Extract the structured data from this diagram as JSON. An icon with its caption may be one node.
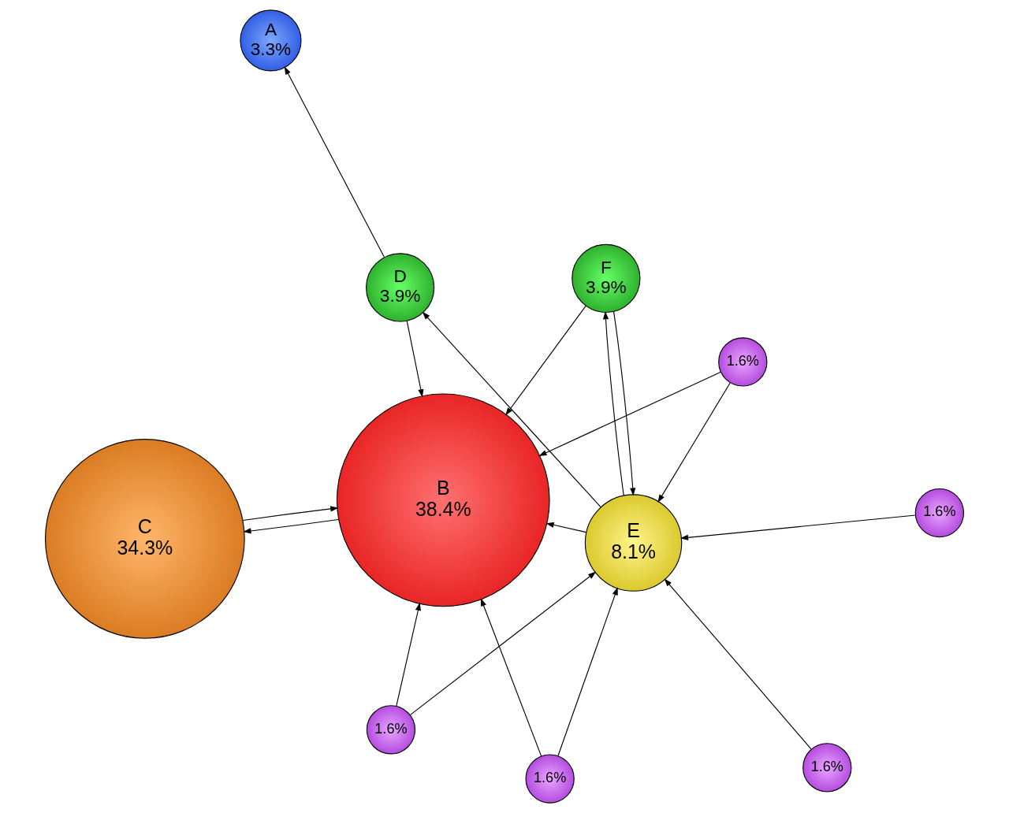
{
  "diagram": {
    "nodes": [
      {
        "text": [
          "A",
          "3.3%"
        ]
      },
      {
        "text": [
          "B",
          "38.4%"
        ]
      },
      {
        "text": [
          "C",
          "34.3%"
        ]
      },
      {
        "text": [
          "D",
          "3.9%"
        ]
      },
      {
        "text": [
          "E",
          "8.1%"
        ]
      },
      {
        "text": [
          "F",
          "3.9%"
        ]
      },
      {
        "text": [
          "1.6%"
        ]
      },
      {
        "text": [
          "1.6%"
        ]
      },
      {
        "text": [
          "1.6%"
        ]
      },
      {
        "text": [
          "1.6%"
        ]
      },
      {
        "text": [
          "1.6%"
        ]
      }
    ],
    "edges": [
      {
        "from": 1,
        "to": 2,
        "arrow": "to"
      },
      {
        "from": 2,
        "to": 1,
        "arrow": "to"
      },
      {
        "from": 3,
        "to": 0,
        "arrow": "to"
      },
      {
        "from": 3,
        "to": 1,
        "arrow": "to"
      },
      {
        "from": 4,
        "to": 1,
        "arrow": "to"
      },
      {
        "from": 4,
        "to": 3,
        "arrow": "to"
      },
      {
        "from": 4,
        "to": 5,
        "arrow": "to"
      },
      {
        "from": 5,
        "to": 4,
        "arrow": "to"
      },
      {
        "from": 5,
        "to": 1,
        "arrow": "to"
      },
      {
        "from": 6,
        "to": 1,
        "arrow": "to"
      },
      {
        "from": 6,
        "to": 4,
        "arrow": "to"
      },
      {
        "from": 7,
        "to": 1,
        "arrow": "to"
      },
      {
        "from": 7,
        "to": 4,
        "arrow": "to"
      },
      {
        "from": 8,
        "to": 1,
        "arrow": "to"
      },
      {
        "from": 8,
        "to": 4,
        "arrow": "to"
      },
      {
        "from": 9,
        "to": 4,
        "arrow": "to"
      },
      {
        "from": 10,
        "to": 4,
        "arrow": "to"
      }
    ]
  }
}
